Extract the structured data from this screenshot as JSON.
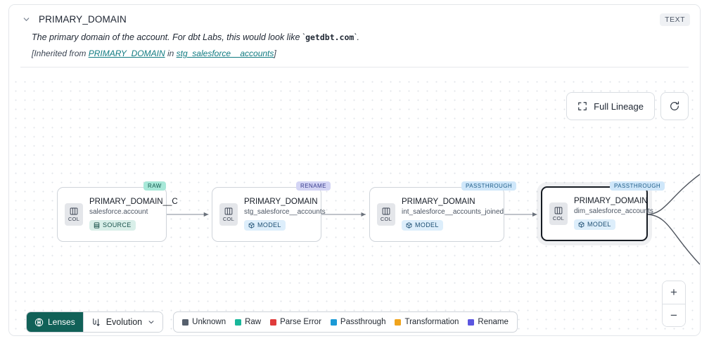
{
  "header": {
    "collapse_icon": "chevron-down-icon",
    "title": "PRIMARY_DOMAIN",
    "type_badge": "TEXT",
    "description_prefix": "The primary domain of the account. For dbt Labs, this would look like `",
    "description_code": "getdbt.com",
    "description_suffix": "`.",
    "inherited_prefix": "[Inherited from ",
    "inherited_link_1": "PRIMARY_DOMAIN",
    "inherited_middle": " in ",
    "inherited_link_2": "stg_salesforce__accounts",
    "inherited_suffix": "]"
  },
  "canvas": {
    "full_lineage_label": "Full Lineage",
    "full_lineage_icon": "expand-icon",
    "refresh_icon": "refresh-icon",
    "zoom_in_label": "+",
    "zoom_out_label": "−",
    "col_badge_label": "COL",
    "col_badge_icon": "column-icon"
  },
  "nodes": [
    {
      "tag": "RAW",
      "tag_class": "tag-raw",
      "name": "PRIMARY_DOMAIN__C",
      "subtitle": "salesforce.account",
      "kind": "SOURCE",
      "kind_class": "kind-source",
      "kind_icon": "database-icon",
      "selected": false
    },
    {
      "tag": "RENAME",
      "tag_class": "tag-rename",
      "name": "PRIMARY_DOMAIN",
      "subtitle": "stg_salesforce__accounts",
      "kind": "MODEL",
      "kind_class": "kind-model",
      "kind_icon": "cube-icon",
      "selected": false
    },
    {
      "tag": "PASSTHROUGH",
      "tag_class": "tag-passthrough",
      "name": "PRIMARY_DOMAIN",
      "subtitle": "int_salesforce__accounts_joined",
      "kind": "MODEL",
      "kind_class": "kind-model",
      "kind_icon": "cube-icon",
      "selected": false
    },
    {
      "tag": "PASSTHROUGH",
      "tag_class": "tag-passthrough",
      "name": "PRIMARY_DOMAIN",
      "subtitle": "dim_salesforce_accounts",
      "kind": "MODEL",
      "kind_class": "kind-model",
      "kind_icon": "cube-icon",
      "selected": true
    }
  ],
  "toolbar": {
    "lenses_label": "Lenses",
    "lenses_icon": "lens-icon",
    "evolution_label": "Evolution",
    "evolution_icon": "evolution-icon",
    "evolution_chevron": "chevron-down-icon"
  },
  "legend": {
    "items": [
      {
        "label": "Unknown",
        "color": "#56606d"
      },
      {
        "label": "Raw",
        "color": "#18b79a"
      },
      {
        "label": "Parse Error",
        "color": "#e03b3b"
      },
      {
        "label": "Passthrough",
        "color": "#1b9ad6"
      },
      {
        "label": "Transformation",
        "color": "#f0a41c"
      },
      {
        "label": "Rename",
        "color": "#5b56e0"
      }
    ]
  }
}
